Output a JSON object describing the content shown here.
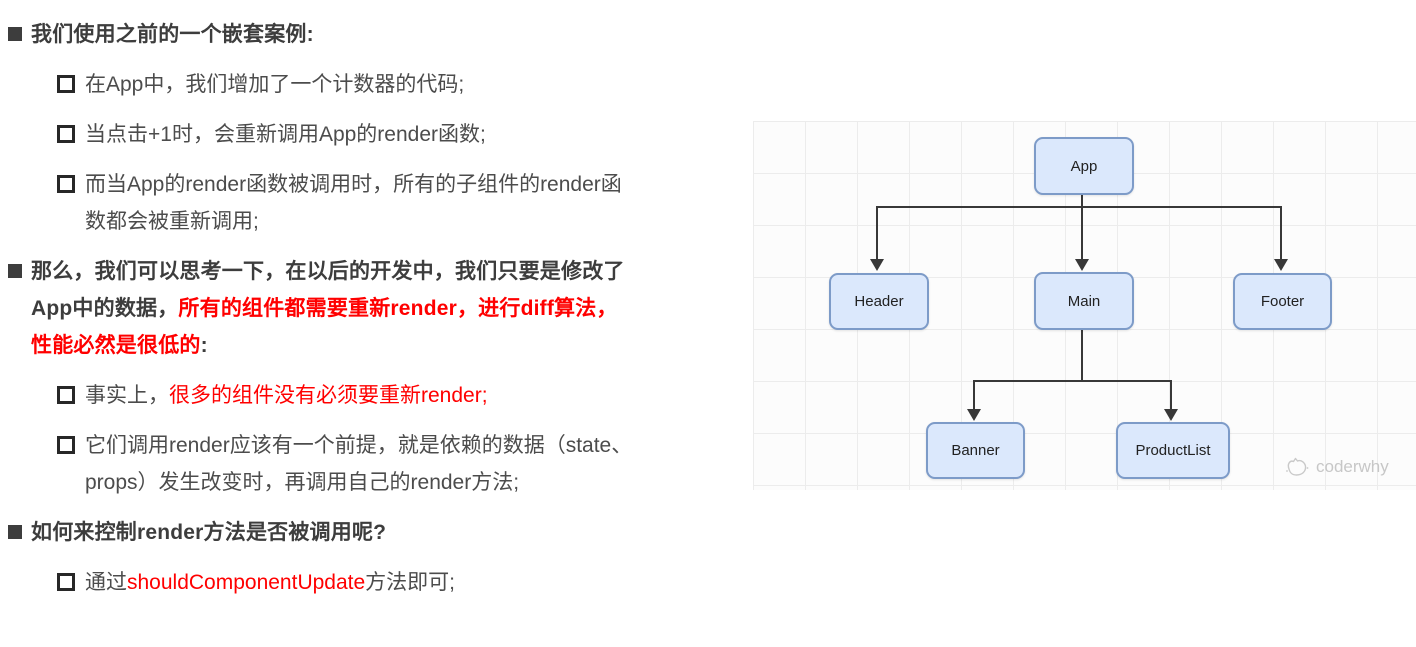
{
  "palette": {
    "accent_red": "#ff0000",
    "heading_text": "#3d3d3d",
    "body_text": "#4c4c4c",
    "node_fill": "#dbe8fc",
    "node_border": "#7d9bc8",
    "connector": "#383838",
    "grid_line": "#ececec",
    "watermark": "#c7c7c7"
  },
  "content": {
    "items": [
      {
        "level": 1,
        "segments": [
          {
            "text": "我们使用之前的一个嵌套案例:",
            "color": "dark"
          }
        ]
      },
      {
        "level": 2,
        "segments": [
          {
            "text": "在App中，我们增加了一个计数器的代码;",
            "color": "body"
          }
        ]
      },
      {
        "level": 2,
        "segments": [
          {
            "text": "当点击+1时，会重新调用App的render函数;",
            "color": "body"
          }
        ]
      },
      {
        "level": 2,
        "segments": [
          {
            "text": "而当App的render函数被调用时，所有的子组件的render函\n数都会被重新调用;",
            "color": "body"
          }
        ]
      },
      {
        "level": 1,
        "segments": [
          {
            "text": "那么，我们可以思考一下，在以后的开发中，我们只要是修改了\nApp中的数据，",
            "color": "dark"
          },
          {
            "text": "所有的组件都需要重新render，进行diff算法，\n性能必然是很低的",
            "color": "red"
          },
          {
            "text": ":",
            "color": "dark"
          }
        ]
      },
      {
        "level": 2,
        "segments": [
          {
            "text": "事实上，",
            "color": "body"
          },
          {
            "text": "很多的组件没有必须要重新render;",
            "color": "red"
          }
        ]
      },
      {
        "level": 2,
        "segments": [
          {
            "text": "它们调用render应该有一个前提，就是依赖的数据（state、\nprops）发生改变时，再调用自己的render方法;",
            "color": "body"
          }
        ]
      },
      {
        "level": 1,
        "segments": [
          {
            "text": "如何来控制render方法是否被调用呢?",
            "color": "dark"
          }
        ]
      },
      {
        "level": 2,
        "segments": [
          {
            "text": "通过",
            "color": "body"
          },
          {
            "text": "shouldComponentUpdate",
            "color": "red"
          },
          {
            "text": "方法即可;",
            "color": "body"
          }
        ]
      }
    ]
  },
  "diagram": {
    "nodes": [
      {
        "id": "app",
        "label": "App"
      },
      {
        "id": "header",
        "label": "Header"
      },
      {
        "id": "main",
        "label": "Main"
      },
      {
        "id": "footer",
        "label": "Footer"
      },
      {
        "id": "banner",
        "label": "Banner"
      },
      {
        "id": "productlist",
        "label": "ProductList"
      }
    ],
    "edges": [
      [
        "App",
        "Header"
      ],
      [
        "App",
        "Main"
      ],
      [
        "App",
        "Footer"
      ],
      [
        "Main",
        "Banner"
      ],
      [
        "Main",
        "ProductList"
      ]
    ],
    "watermark": "coderwhy"
  }
}
